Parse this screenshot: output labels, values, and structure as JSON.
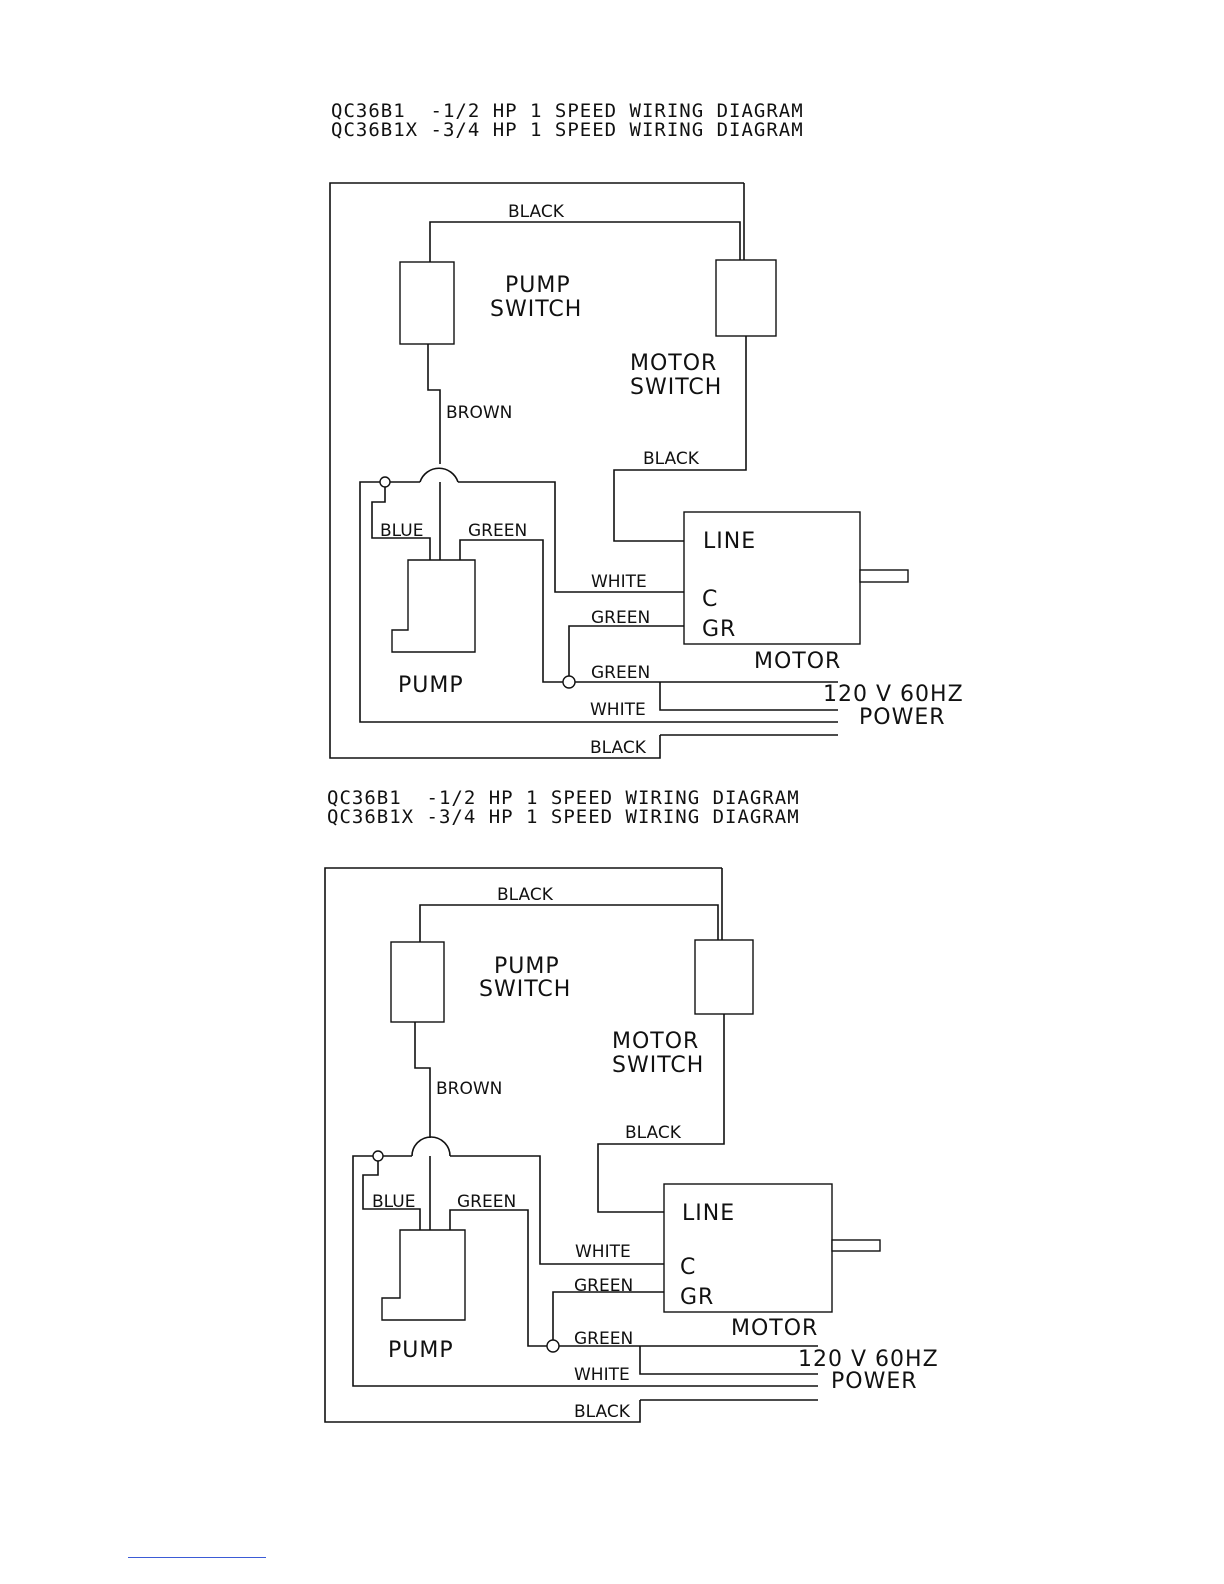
{
  "diagrams": [
    {
      "title_lines": [
        "QC36B1  -1/2 HP 1 SPEED WIRING DIAGRAM",
        "QC36B1X -3/4 HP 1 SPEED WIRING DIAGRAM"
      ],
      "labels": {
        "black_top": "BLACK",
        "pump_switch_1": "PUMP",
        "pump_switch_2": "SWITCH",
        "motor_switch_1": "MOTOR",
        "motor_switch_2": "SWITCH",
        "brown": "BROWN",
        "black_mid": "BLACK",
        "blue": "BLUE",
        "green_pump": "GREEN",
        "line": "LINE",
        "white_c": "WHITE",
        "c": "C",
        "green_gr": "GREEN",
        "gr": "GR",
        "motor": "MOTOR",
        "pump": "PUMP",
        "green_low": "GREEN",
        "voltage": "120 V 60HZ",
        "white_low": "WHITE",
        "power": "POWER",
        "black_low": "BLACK"
      }
    },
    {
      "title_lines": [
        "QC36B1  -1/2 HP 1 SPEED WIRING DIAGRAM",
        "QC36B1X -3/4 HP 1 SPEED WIRING DIAGRAM"
      ],
      "labels": {
        "black_top": "BLACK",
        "pump_switch_1": "PUMP",
        "pump_switch_2": "SWITCH",
        "motor_switch_1": "MOTOR",
        "motor_switch_2": "SWITCH",
        "brown": "BROWN",
        "black_mid": "BLACK",
        "blue": "BLUE",
        "green_pump": "GREEN",
        "line": "LINE",
        "white_c": "WHITE",
        "c": "C",
        "green_gr": "GREEN",
        "gr": "GR",
        "motor": "MOTOR",
        "pump": "PUMP",
        "green_low": "GREEN",
        "voltage": "120 V 60HZ",
        "white_low": "WHITE",
        "power": "POWER",
        "black_low": "BLACK"
      }
    }
  ]
}
